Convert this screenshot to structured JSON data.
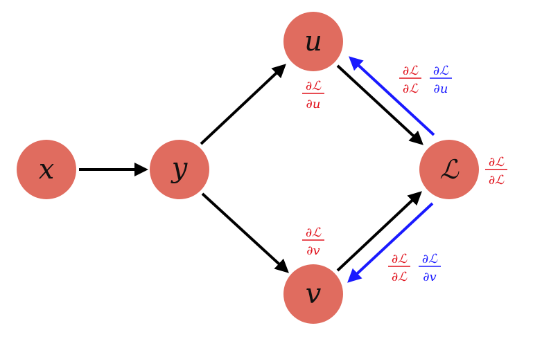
{
  "nodes": {
    "x": {
      "label": "x"
    },
    "y": {
      "label": "y"
    },
    "u": {
      "label": "u"
    },
    "v": {
      "label": "v"
    },
    "L": {
      "label": "ℒ"
    }
  },
  "gradients": {
    "dL_du": {
      "num": "∂ℒ",
      "den": "∂u"
    },
    "dL_dv": {
      "num": "∂ℒ",
      "den": "∂v"
    },
    "dL_dL": {
      "num": "∂ℒ",
      "den": "∂ℒ"
    },
    "upper_pair": {
      "first": {
        "num": "∂ℒ",
        "den": "∂ℒ"
      },
      "second": {
        "num": "∂ℒ",
        "den": "∂u"
      }
    },
    "lower_pair": {
      "first": {
        "num": "∂ℒ",
        "den": "∂ℒ"
      },
      "second": {
        "num": "∂ℒ",
        "den": "∂v"
      }
    }
  },
  "colors": {
    "node_fill": "#e06c5f",
    "forward_edge": "#000000",
    "backward_edge": "#1a1aff",
    "gradient_red": "#e0101a",
    "gradient_blue": "#1a1aff"
  }
}
